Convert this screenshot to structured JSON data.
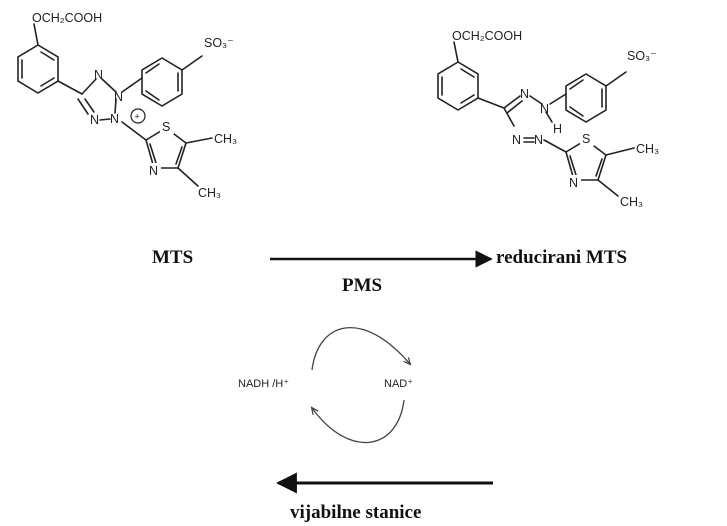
{
  "molecules": {
    "mts": {
      "substituent": "OCH₂COOH",
      "sulfonate": "SO₃⁻",
      "methyl_top": "CH₃",
      "methyl_bottom": "CH₃",
      "sulfur": "S",
      "thiazole_n": "N",
      "tetrazole_n1": "N",
      "tetrazole_n2": "N",
      "tetrazole_n3": "N",
      "tetrazole_n4": "N",
      "charge": "+"
    },
    "reduced": {
      "substituent": "OCH₂COOH",
      "sulfonate": "SO₃⁻",
      "methyl_top": "CH₃",
      "methyl_bottom": "CH₃",
      "sulfur": "S",
      "thiazole_n": "N",
      "formazan_n1": "N",
      "formazan_n2": "N",
      "formazan_n3": "N",
      "formazan_n4": "N",
      "hydrogen": "H"
    }
  },
  "labels": {
    "reactant": "MTS",
    "product": "reducirani MTS",
    "mediator": "PMS",
    "cells": "vijabilne stanice"
  },
  "cofactors": {
    "nadh": "NADH /H⁺",
    "nad": "NAD⁺"
  },
  "colors": {
    "ink": "#111111",
    "background": "#ffffff"
  }
}
